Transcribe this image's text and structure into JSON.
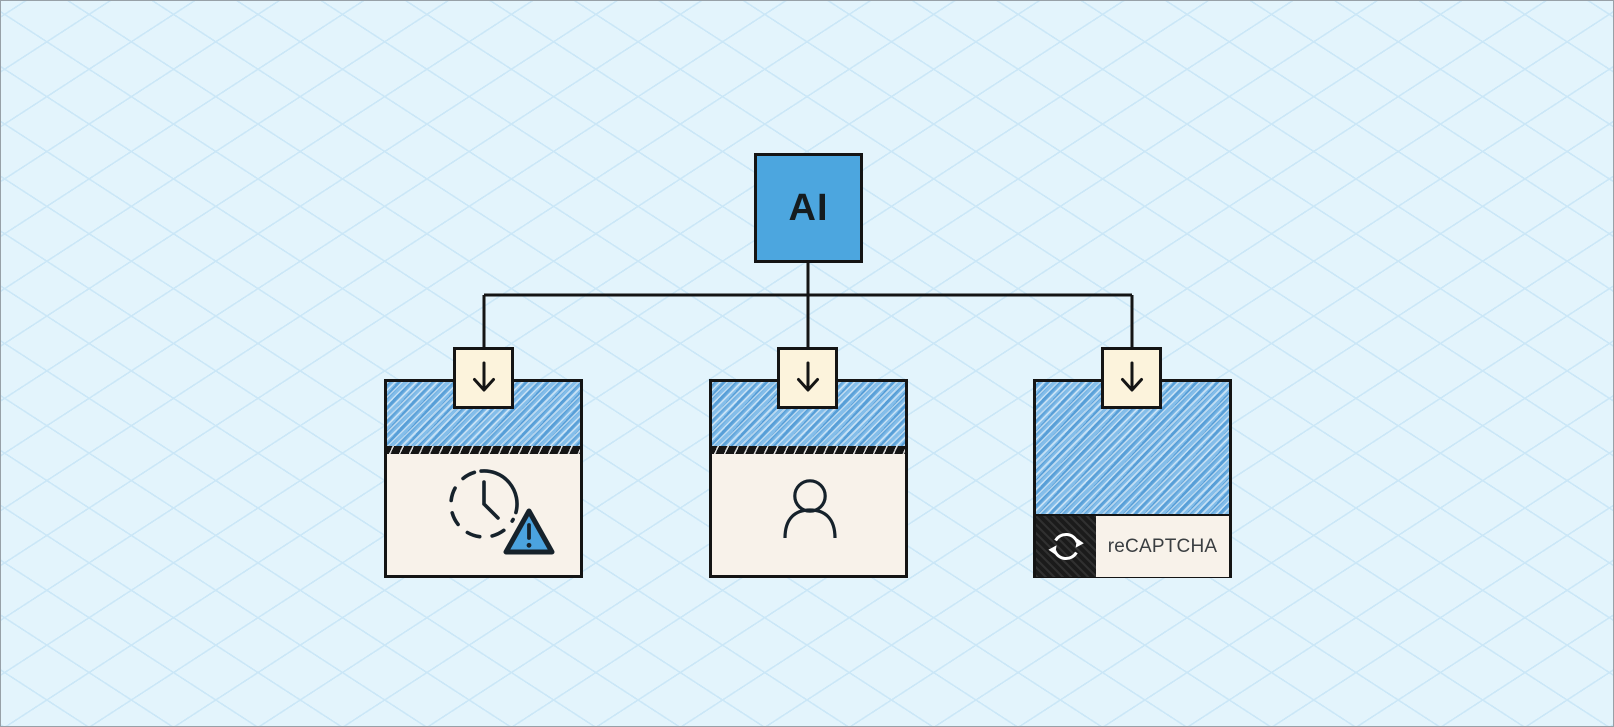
{
  "diagram": {
    "title_hint": "AI distributing traffic to three defense blocks",
    "root_node": {
      "label": "AI",
      "fill": "#4CA6DF",
      "text_color": "#151C1F"
    },
    "arrow_nodes": {
      "symbol": "↓",
      "count": 3,
      "fill": "#FCF3DC"
    },
    "branch_cards": [
      {
        "id": "timeout-card",
        "icons": [
          "clock-icon",
          "warning-triangle-icon"
        ],
        "label": ""
      },
      {
        "id": "person-card",
        "icons": [
          "person-icon"
        ],
        "label": ""
      },
      {
        "id": "recaptcha-card",
        "icons": [
          "refresh-icon"
        ],
        "label": "reCAPTCHA"
      }
    ]
  },
  "colors": {
    "background": "#E3F4FC",
    "lattice_line": "#CBE7F7",
    "outline": "#141414",
    "accent_blue": "#4CA6DF",
    "hatch_blue": "#66AEE5",
    "cream": "#FCF3DC",
    "card_cream": "#F8F2EA",
    "warning_fill": "#4BA3DF",
    "recaptcha_text": "#3A3E41",
    "black_tile": "#1B1B1B"
  }
}
